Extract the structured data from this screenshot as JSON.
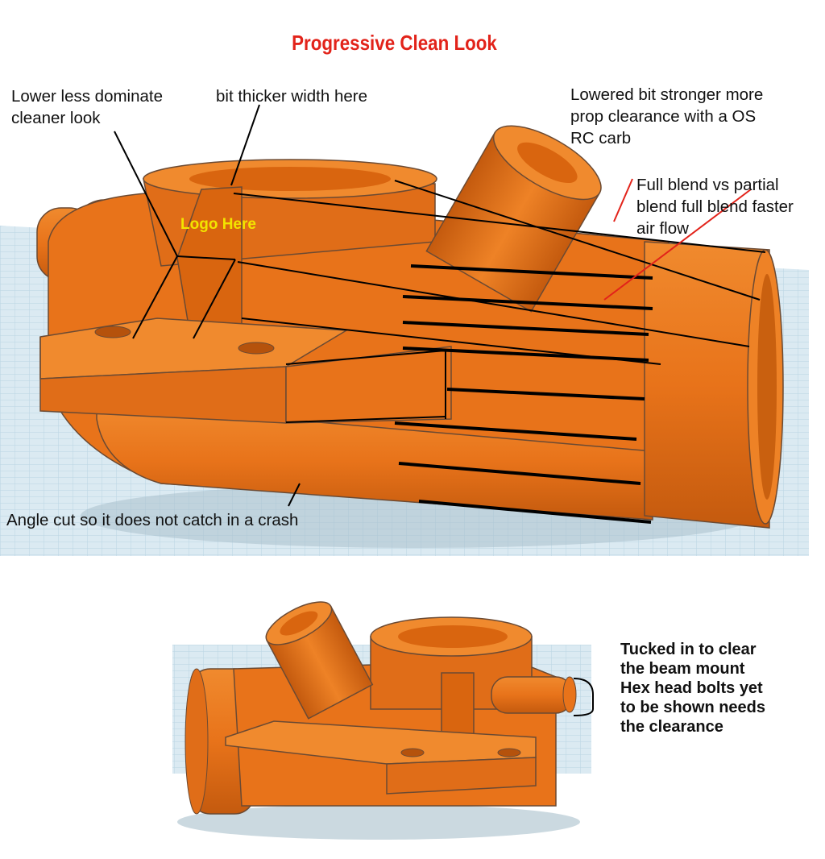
{
  "title": "Progressive Clean Look",
  "callouts": {
    "lower_less_dominate": "Lower less dominate\ncleaner look",
    "bit_thicker": "bit thicker width here",
    "lowered_bit_stronger": "Lowered bit stronger more\nprop clearance with a OS\nRC carb",
    "full_blend": "Full blend vs partial\nblend full blend faster\nair flow",
    "angle_cut": "Angle cut so it does not catch in a crash",
    "tucked_in": "Tucked in to clear\nthe beam mount\nHex head bolts yet\nto be shown needs\nthe clearance"
  },
  "logo_text": "Logo Here",
  "colors": {
    "title": "#e2231a",
    "part_orange": "#e8731a",
    "part_dark": "#c45a0e",
    "grid_blue": "#cfe4ef",
    "logo": "#f2e400",
    "annotation_red": "#e2231a"
  }
}
